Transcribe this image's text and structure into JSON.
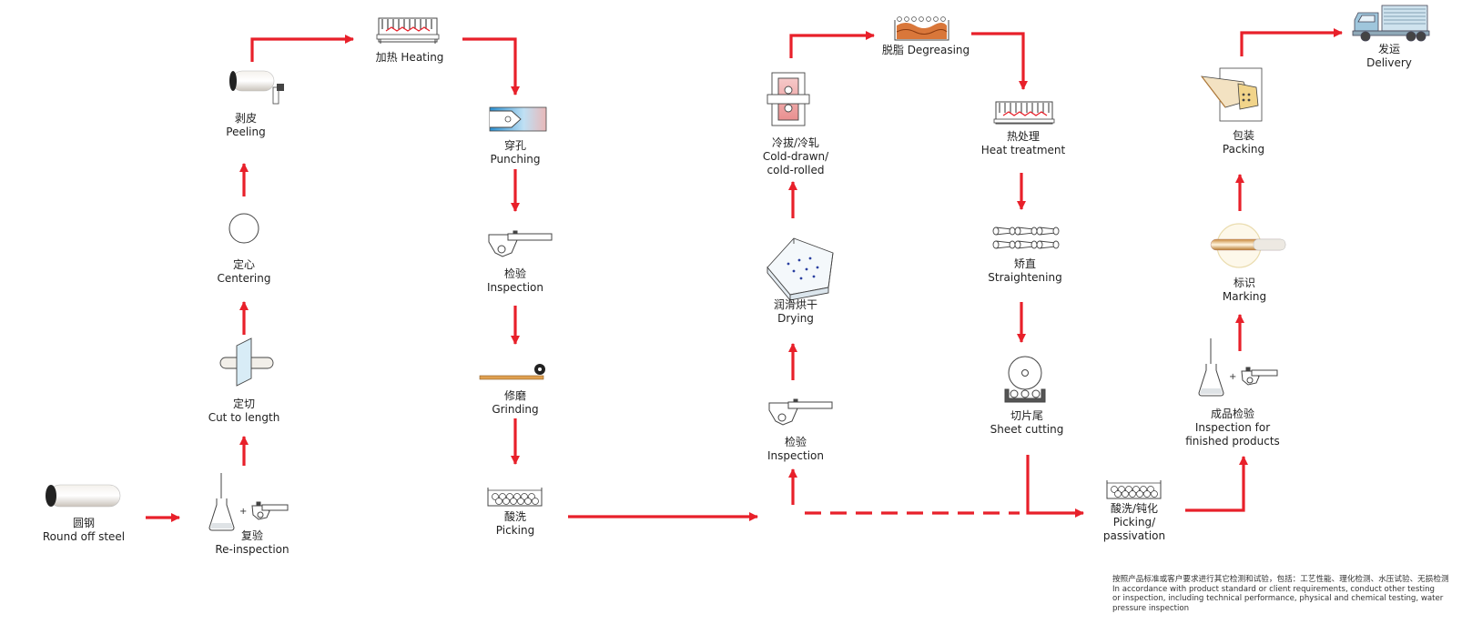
{
  "colors": {
    "arrow": "#e8202a",
    "line": "#333333"
  },
  "steps": [
    {
      "zh": "圆钢",
      "en": "Round off steel",
      "icon": "steel-bar-icon"
    },
    {
      "zh": "复验",
      "en": "Re-inspection",
      "icon": "flask-and-gauge-icon"
    },
    {
      "zh": "定切",
      "en": "Cut to length",
      "icon": "saw-cut-icon"
    },
    {
      "zh": "定心",
      "en": "Centering",
      "icon": "circle-center-icon"
    },
    {
      "zh": "剥皮",
      "en": "Peeling",
      "icon": "peeling-tool-icon"
    },
    {
      "zh": "加热",
      "en": "Heating",
      "icon": "furnace-icon"
    },
    {
      "zh": "穿孔",
      "en": "Punching",
      "icon": "piercing-die-icon"
    },
    {
      "zh": "检验",
      "en": "Inspection",
      "icon": "gauge-icon"
    },
    {
      "zh": "修磨",
      "en": "Grinding",
      "icon": "grinding-wheel-icon"
    },
    {
      "zh": "酸洗",
      "en": "Picking",
      "icon": "pickling-tank-icon"
    },
    {
      "zh": "检验",
      "en": "Inspection",
      "icon": "gauge-icon"
    },
    {
      "zh": "润滑烘干",
      "en": "Drying",
      "icon": "drying-box-icon"
    },
    {
      "zh": "冷拔/冷轧",
      "en": "Cold-drawn/",
      "en2": "cold-rolled",
      "icon": "cold-draw-die-icon"
    },
    {
      "zh": "脱脂",
      "en": "Degreasing",
      "icon": "degreasing-tank-icon"
    },
    {
      "zh": "热处理",
      "en": "Heat treatment",
      "icon": "heat-treatment-furnace-icon"
    },
    {
      "zh": "矫直",
      "en": "Straightening",
      "icon": "straightening-rolls-icon"
    },
    {
      "zh": "切片尾",
      "en": "Sheet cutting",
      "icon": "cutting-disc-icon"
    },
    {
      "zh": "酸洗/钝化",
      "en": "Picking/",
      "en2": "passivation",
      "icon": "pickling-tank-icon"
    },
    {
      "zh": "成品检验",
      "en": "Inspection for",
      "en2": "finished products",
      "icon": "flask-and-gauge-icon"
    },
    {
      "zh": "标识",
      "en": "Marking",
      "icon": "marking-tube-icon"
    },
    {
      "zh": "包装",
      "en": "Packing",
      "icon": "packing-bundle-icon"
    },
    {
      "zh": "发运",
      "en": "Delivery",
      "icon": "truck-icon"
    }
  ],
  "plus": "+",
  "note": {
    "zh": "按照产品标准或客户要求进行其它检测和试验，包括：工艺性能、理化检测、水压试验、无损检测",
    "en1": "In accordance with product standard or client requirements, conduct other testing",
    "en2": "or inspection, including technical performance, physical and chemical testing, water",
    "en3": "pressure inspection"
  }
}
